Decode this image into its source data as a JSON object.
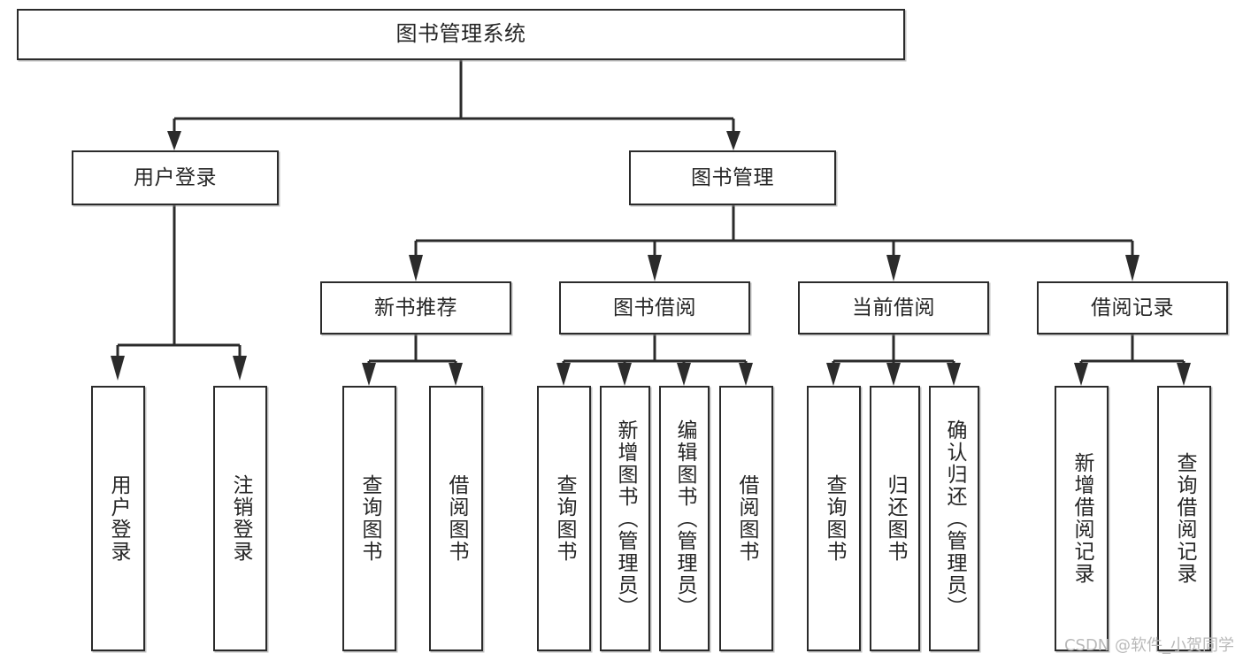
{
  "diagram": {
    "title": "图书管理系统",
    "type": "tree",
    "watermark": "CSDN @软件_小贺同学",
    "colors": {
      "box_border": "#2b2b2b",
      "box_fill": "#ffffff",
      "connector": "#2b2b2b",
      "text": "#262626",
      "watermark": "#b9b9b9",
      "background": "#ffffff"
    },
    "levels": {
      "root": "图书管理系统",
      "level2": [
        "用户登录",
        "图书管理"
      ],
      "level3": [
        "新书推荐",
        "图书借阅",
        "当前借阅",
        "借阅记录"
      ]
    },
    "nodes": {
      "root": {
        "label": "图书管理系统"
      },
      "user_login": {
        "label": "用户登录"
      },
      "book_manage": {
        "label": "图书管理"
      },
      "new_book_rec": {
        "label": "新书推荐"
      },
      "book_borrow": {
        "label": "图书借阅"
      },
      "current_borrow": {
        "label": "当前借阅"
      },
      "borrow_record": {
        "label": "借阅记录"
      },
      "leaf_user_login": {
        "label": "用户登录"
      },
      "leaf_user_logout": {
        "label": "注销登录"
      },
      "leaf_query_book_1": {
        "label": "查询图书"
      },
      "leaf_borrow_book_1": {
        "label": "借阅图书"
      },
      "leaf_query_book_2": {
        "label": "查询图书"
      },
      "leaf_add_book": {
        "label": "新增图书（管理员）"
      },
      "leaf_edit_book": {
        "label": "编辑图书（管理员）"
      },
      "leaf_borrow_book_2": {
        "label": "借阅图书"
      },
      "leaf_query_book_3": {
        "label": "查询图书"
      },
      "leaf_return_book": {
        "label": "归还图书"
      },
      "leaf_confirm_return": {
        "label": "确认归还（管理员）"
      },
      "leaf_add_record": {
        "label": "新增借阅记录"
      },
      "leaf_query_record": {
        "label": "查询借阅记录"
      }
    },
    "groups": [
      {
        "parent": "用户登录",
        "children": [
          "用户登录",
          "注销登录"
        ]
      },
      {
        "parent": "新书推荐",
        "children": [
          "查询图书",
          "借阅图书"
        ]
      },
      {
        "parent": "图书借阅",
        "children": [
          "查询图书",
          "新增图书（管理员）",
          "编辑图书（管理员）",
          "借阅图书"
        ]
      },
      {
        "parent": "当前借阅",
        "children": [
          "查询图书",
          "归还图书",
          "确认归还（管理员）"
        ]
      },
      {
        "parent": "借阅记录",
        "children": [
          "新增借阅记录",
          "查询借阅记录"
        ]
      }
    ]
  }
}
